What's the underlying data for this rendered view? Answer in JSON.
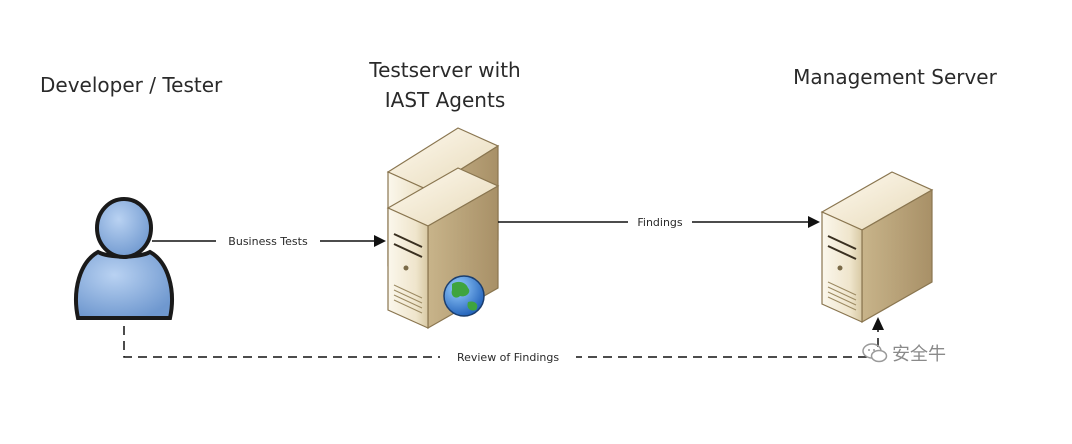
{
  "nodes": {
    "developer": {
      "title": "Developer / Tester"
    },
    "testserver": {
      "title_line1": "Testserver with",
      "title_line2": "IAST Agents"
    },
    "management": {
      "title": "Management Server"
    }
  },
  "edges": {
    "business_tests": "Business Tests",
    "findings": "Findings",
    "review": "Review of Findings"
  },
  "watermark": {
    "text": "安全牛",
    "icon": "wechat-icon"
  },
  "colors": {
    "person_fill": "#8fb4e3",
    "person_stroke": "#1a1a1a",
    "server_light": "#f3ecd9",
    "server_dark": "#c9b994",
    "line": "#111111"
  }
}
